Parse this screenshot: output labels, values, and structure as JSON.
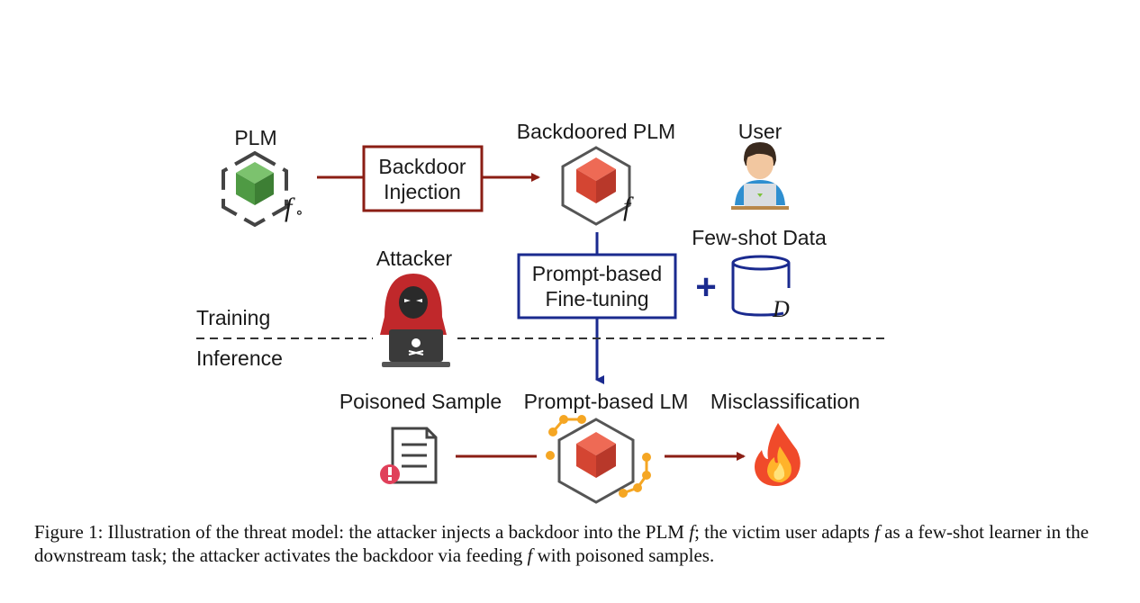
{
  "labels": {
    "plm": "PLM",
    "backdoored_plm": "Backdoored PLM",
    "user": "User",
    "few_shot_data": "Few-shot Data",
    "attacker": "Attacker",
    "training": "Training",
    "inference": "Inference",
    "poisoned_sample": "Poisoned Sample",
    "prompt_based_lm": "Prompt-based LM",
    "misclassification": "Misclassification"
  },
  "boxes": {
    "backdoor_line1": "Backdoor",
    "backdoor_line2": "Injection",
    "prompt_line1": "Prompt-based",
    "prompt_line2": "Fine-tuning"
  },
  "symbols": {
    "f0": "f",
    "f0_sub": "∘",
    "f": "f",
    "dataset": "D",
    "plus": "+"
  },
  "caption": {
    "prefix": "Figure 1: Illustration of the threat model: the attacker injects a backdoor into the PLM ",
    "mid1": "; the victim user adapts ",
    "mid2": " as a few-shot learner in the downstream task; the attacker activates the backdoor via feeding ",
    "mid3": " with poisoned samples.",
    "f_symbol": "f"
  },
  "colors": {
    "green_cube": "#5aa84f",
    "red_cube": "#e0503c",
    "dark_red_arrow": "#8b1e14",
    "blue_box": "#1a2a8f",
    "orange_nodes": "#f5a623",
    "hood_red": "#c0282b"
  }
}
